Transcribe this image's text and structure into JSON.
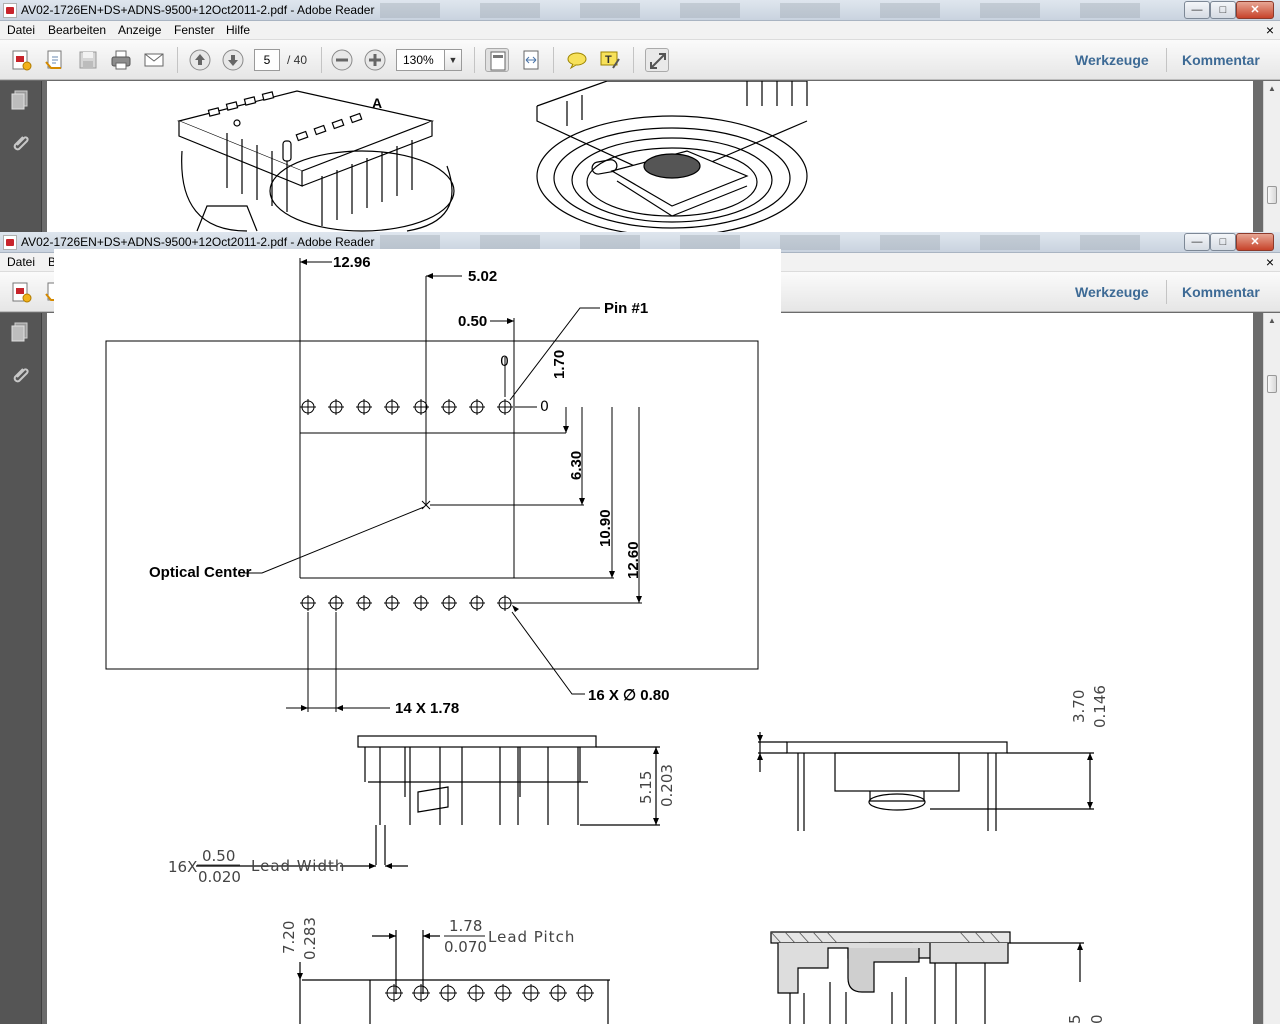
{
  "window_title": "AV02-1726EN+DS+ADNS-9500+12Oct2011-2.pdf - Adobe Reader",
  "menu": [
    "Datei",
    "Bearbeiten",
    "Anzeige",
    "Fenster",
    "Hilfe"
  ],
  "menu_second_partial": "B",
  "window_controls": {
    "minimize": "—",
    "maximize": "□",
    "close": "✕",
    "doc_close": "×"
  },
  "toolbar": {
    "current_page": "5",
    "page_total": "/ 40",
    "zoom": "130%",
    "werkzeuge": "Werkzeuge",
    "kommentar": "Kommentar"
  },
  "drawing": {
    "dim_top_1": "12.96",
    "dim_top_2": "5.02",
    "dim_top_3": "0.50",
    "pin1_label": "Pin #1",
    "origin_y": "0",
    "origin_x": "0",
    "dim_v_1": "1.70",
    "dim_v_2": "6.30",
    "dim_v_3": "10.90",
    "dim_v_4": "12.60",
    "optical_center": "Optical Center",
    "hole_callout": "16 X ∅ 0.80",
    "pitch_callout": "14 X 1.78",
    "side_height_mm": "5.15",
    "side_height_in": "0.203",
    "lead_width_mult": "16X",
    "lead_width_mm": "0.50",
    "lead_width_in": "0.020",
    "lead_width_label": "Lead Width",
    "right_height_mm": "3.70",
    "right_height_in": "0.146",
    "bottom_height_mm": "7.20",
    "bottom_height_in": "0.283",
    "lead_pitch_mm": "1.78",
    "lead_pitch_in": "0.070",
    "lead_pitch_label": "Lead Pitch",
    "partial_dim_right": "5",
    "partial_dim_right_2": "0"
  }
}
